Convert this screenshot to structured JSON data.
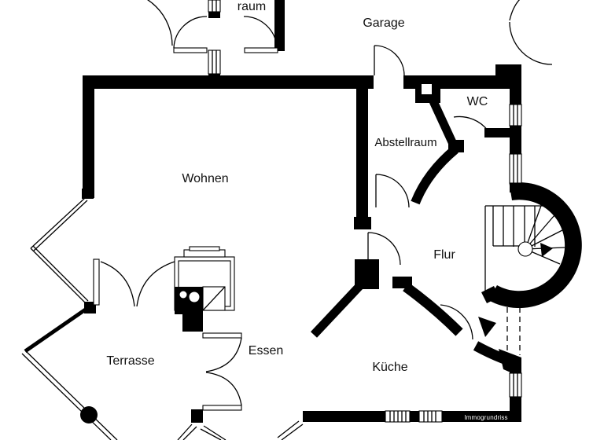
{
  "floorplan": {
    "background_color": "#ffffff",
    "wall_color": "#000000",
    "label_color": "#111111",
    "rooms": [
      {
        "id": "raum",
        "label": "raum"
      },
      {
        "id": "garage",
        "label": "Garage"
      },
      {
        "id": "wc",
        "label": "WC"
      },
      {
        "id": "abstellraum",
        "label": "Abstellraum"
      },
      {
        "id": "wohnen",
        "label": "Wohnen"
      },
      {
        "id": "flur",
        "label": "Flur"
      },
      {
        "id": "essen",
        "label": "Essen"
      },
      {
        "id": "kueche",
        "label": "Küche"
      },
      {
        "id": "terrasse",
        "label": "Terrasse"
      }
    ],
    "watermark": "Immogrundriss"
  }
}
